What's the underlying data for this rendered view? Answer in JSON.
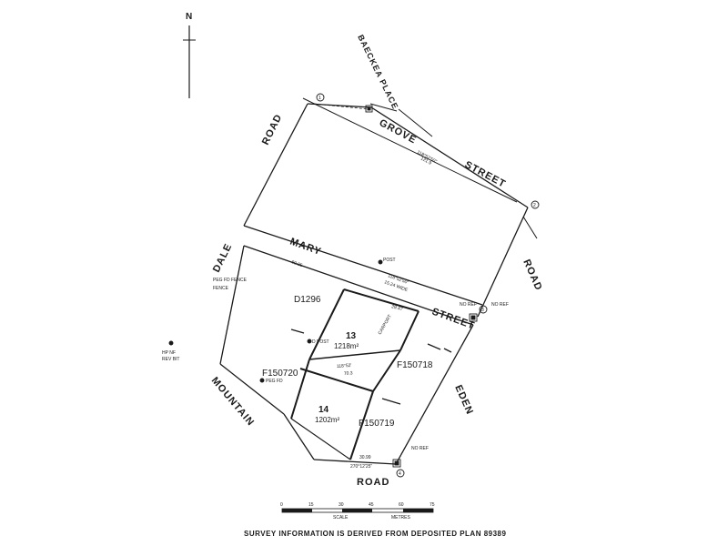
{
  "north": "N",
  "streets": {
    "grove": "GROVE",
    "street_ne": "STREET",
    "road_east": "ROAD",
    "baeckea": "BAECKEA PLACE",
    "road_west": "ROAD",
    "dale": "DALE",
    "mary": "MARY",
    "street_mary": "STREET",
    "mountain": "MOUNTAIN",
    "road_south": "ROAD",
    "eden": "EDEN"
  },
  "lots": {
    "lot13": {
      "number": "13",
      "area": "1218m²"
    },
    "lot14": {
      "number": "14",
      "area": "1202m²"
    }
  },
  "parcels": {
    "d1296": "D1296",
    "f150720": "F150720",
    "f150718": "F150718",
    "f150719": "F150719"
  },
  "annotations": {
    "fence_west": "PEG FD FENCE",
    "fence_west_2": "FENCE",
    "hp_nf": "HP NF",
    "rev_bit": "REV BIT",
    "peg_fd": "PEG FD",
    "post": "POST",
    "d_post": "D POST",
    "carport": "CARPORT",
    "wide": "15.24 WIDE",
    "bearing_grove": "118°52'50\"",
    "bearing_mary": "118°52'50\"",
    "bearing_mid": "118°52'",
    "bearing_road": "270°12'25\"",
    "dist_grove": "121.9",
    "dist_mary": "60.95",
    "dist_left": "29.47",
    "dist_road": "30.99",
    "dist_lot": "70.3",
    "mark_1": "1",
    "mark_2": "2",
    "mark_3": "3",
    "mark_4": "4",
    "pin_2": "2",
    "pin_3": "3",
    "pin_4": "4",
    "no_ref_a": "NO REF",
    "no_ref_b": "NO REF",
    "no_ref_c": "NO REF"
  },
  "scale": {
    "ticks": [
      "0",
      "15",
      "30",
      "45",
      "60",
      "75"
    ],
    "label": "SCALE",
    "unit": "METRES"
  },
  "caption": "SURVEY INFORMATION IS DERIVED FROM DEPOSITED PLAN 89389",
  "colors": {
    "ink": "#1a1a1a",
    "paper": "#ffffff"
  }
}
